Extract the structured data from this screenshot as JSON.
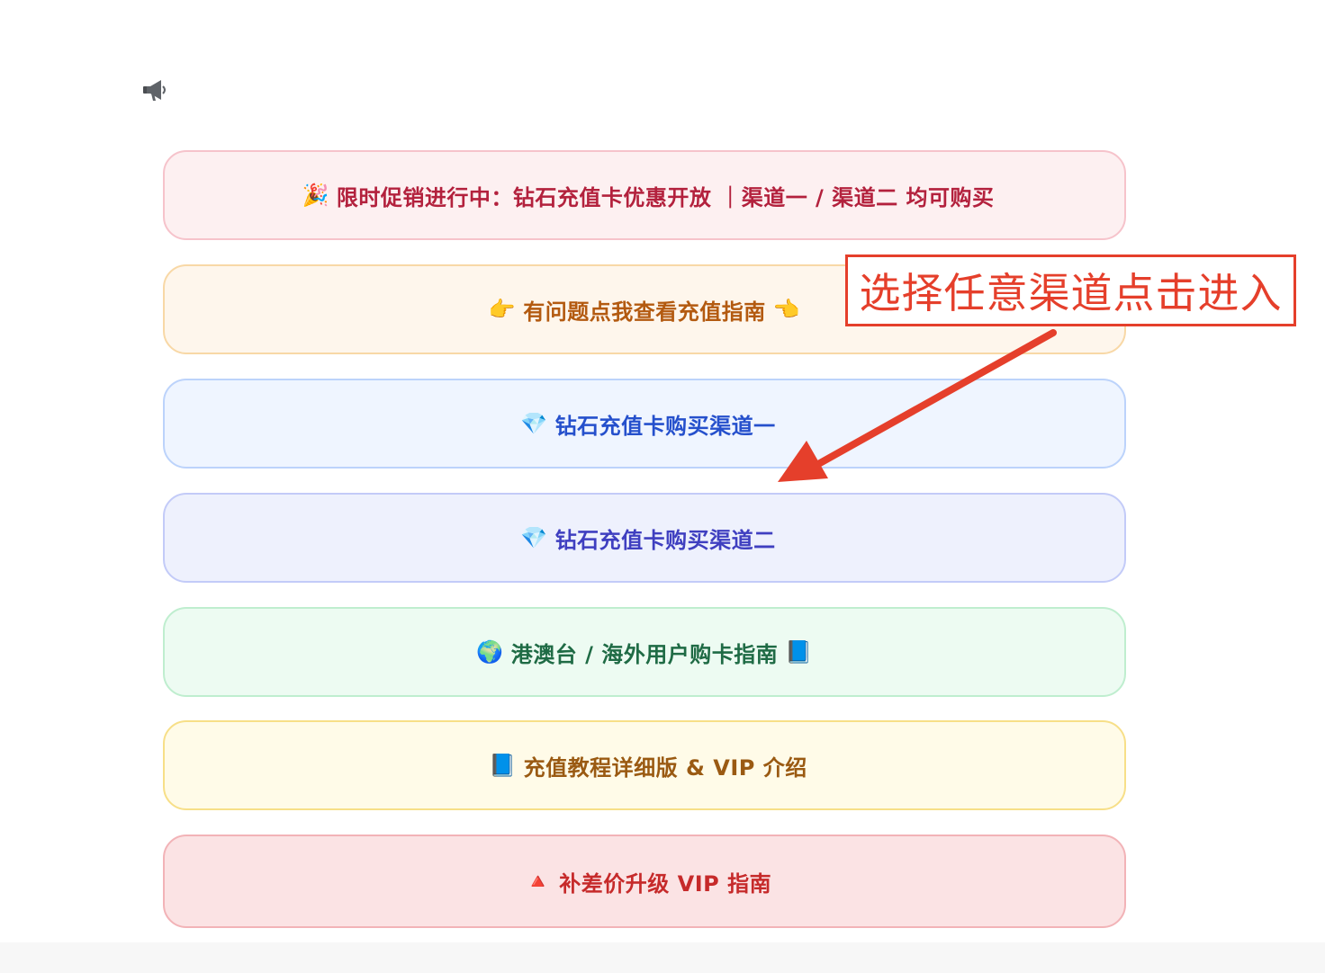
{
  "announcement_icon": "megaphone-icon",
  "buttons": [
    {
      "icon": "🎉",
      "label": "限时促销进行中：钻石充值卡优惠开放 ｜渠道一 / 渠道二 均可购买",
      "icon_after": ""
    },
    {
      "icon": "👉",
      "label": "有问题点我查看充值指南",
      "icon_after": "👈"
    },
    {
      "icon": "💎",
      "label": "钻石充值卡购买渠道一",
      "icon_after": ""
    },
    {
      "icon": "💎",
      "label": "钻石充值卡购买渠道二",
      "icon_after": ""
    },
    {
      "icon": "🌍",
      "label": "港澳台 / 海外用户购卡指南",
      "icon_after": "📘"
    },
    {
      "icon": "📘",
      "label": "充值教程详细版 & VIP 介绍",
      "icon_after": ""
    },
    {
      "icon": "🔺",
      "label": "补差价升级 VIP 指南",
      "icon_after": ""
    }
  ],
  "annotation": {
    "text": "选择任意渠道点击进入",
    "color": "#e53f2b"
  }
}
